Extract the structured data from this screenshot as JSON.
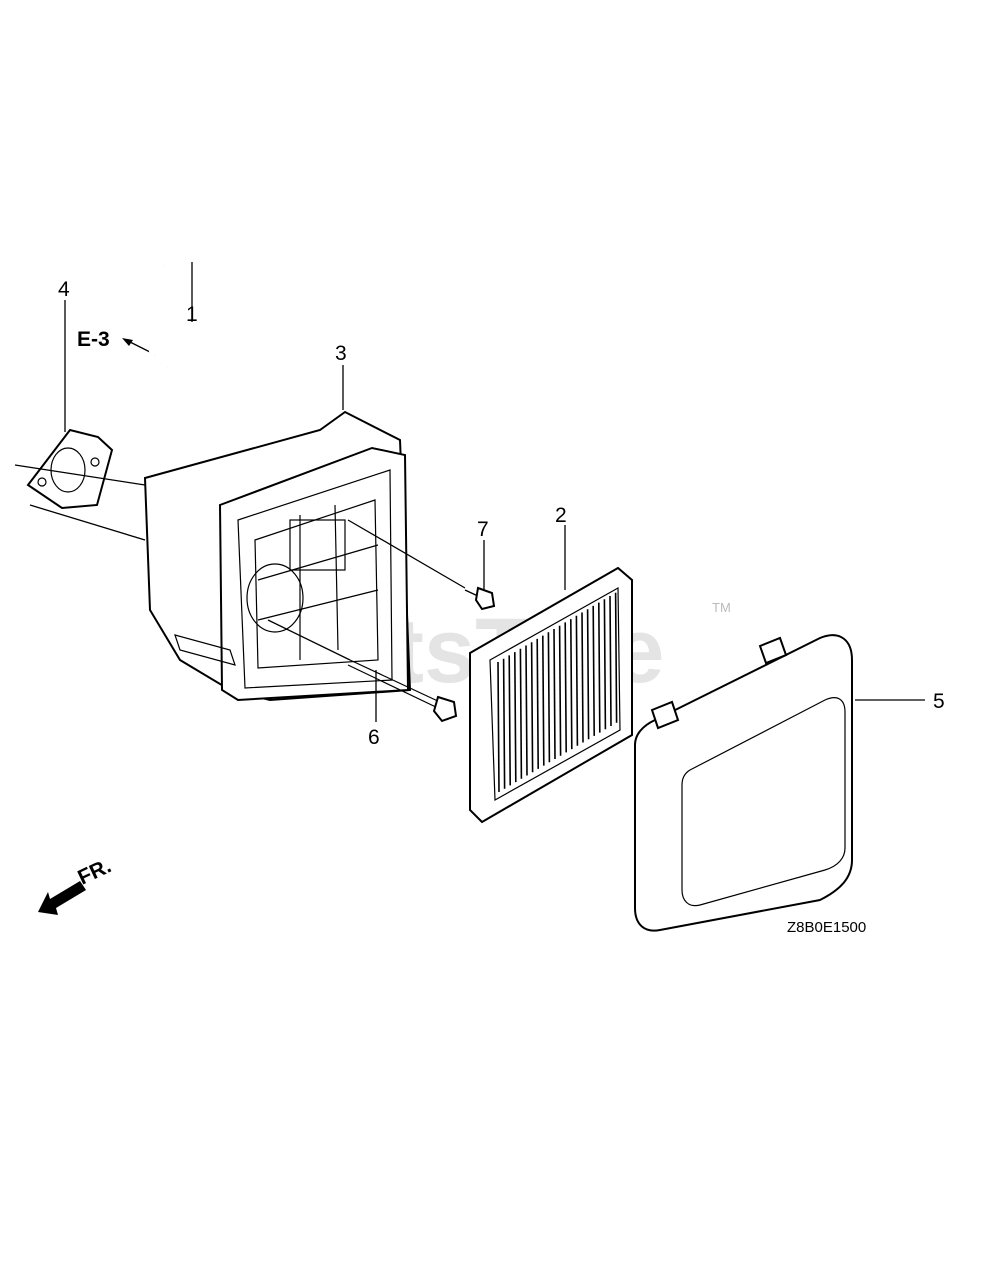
{
  "callouts": {
    "c1": "1",
    "c2": "2",
    "c3": "3",
    "c4": "4",
    "c5": "5",
    "c6": "6",
    "c7": "7"
  },
  "reference": "E-3",
  "front_marker": "FR.",
  "diagram_code": "Z8B0E1500",
  "watermark": "PartsTree",
  "trademark": "TM"
}
